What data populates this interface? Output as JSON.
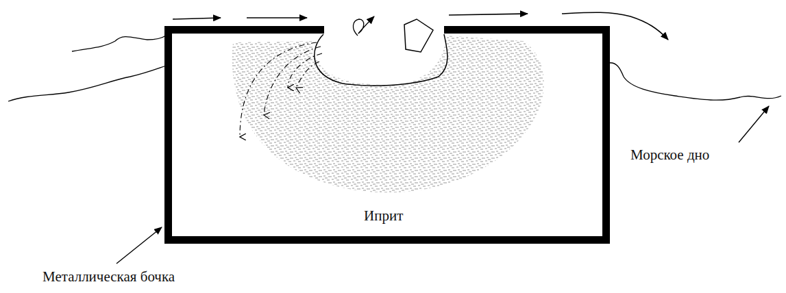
{
  "diagram": {
    "nodes": [
      {
        "text": [
          "Иприт"
        ]
      }
    ],
    "labels": [
      "Морское дно",
      "Металлическая бочка"
    ]
  }
}
